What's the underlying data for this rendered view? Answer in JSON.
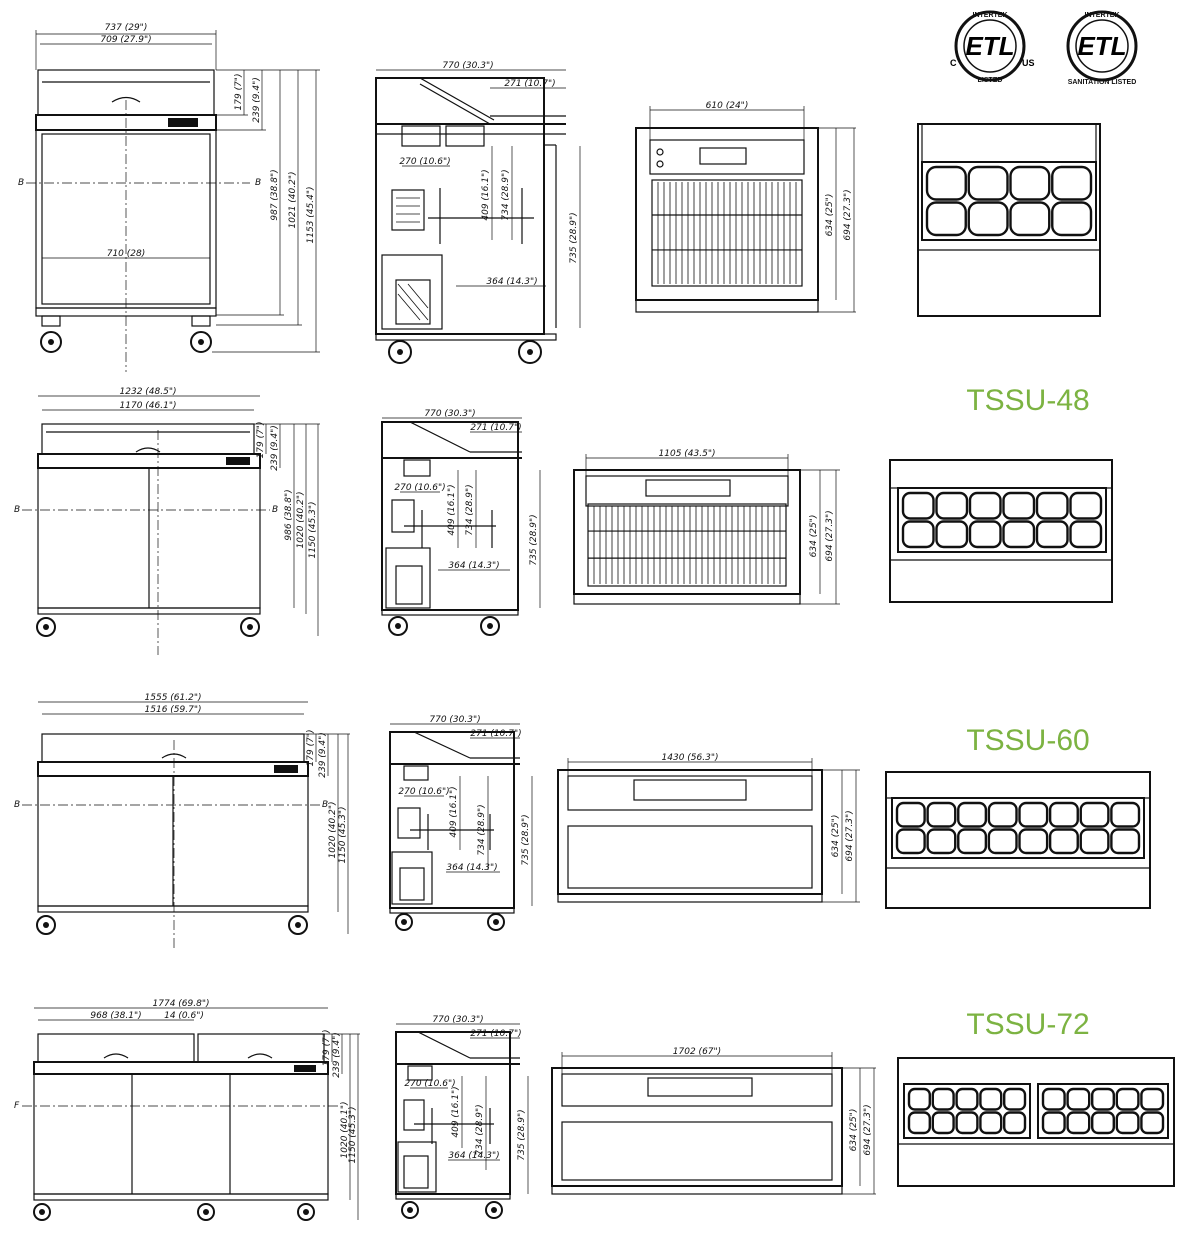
{
  "certifications": {
    "mark_text": "ETL",
    "intertek": "INTERTEK",
    "listed": "LISTED",
    "c": "C",
    "us": "US",
    "sanitation": "SANITATION LISTED"
  },
  "units": [
    {
      "model": "",
      "front": {
        "overall_width": "737 (29\")",
        "top_width": "709 (27.9\")",
        "inner_width": "710 (28)",
        "h1": "179 (7\")",
        "h2": "239 (9.4\")",
        "h3": "987 (38.8\")",
        "h4": "1021 (40.2\")",
        "h5": "1153 (45.4\")",
        "section_label": "B"
      },
      "side": {
        "depth": "770 (30.3\")",
        "lid": "271 (10.7\")",
        "pan": "270 (10.6\")",
        "d1": "409 (16.1\")",
        "d2": "734 (28.9\")",
        "d3": "735 (28.9\")",
        "d4": "364 (14.3\")"
      },
      "rear": {
        "width": "610 (24\")",
        "h1": "634 (25\")",
        "h2": "694 (27.3\")"
      }
    },
    {
      "model": "TSSU-48",
      "front": {
        "overall_width": "1232 (48.5\")",
        "top_width": "1170 (46.1\")",
        "h1": "179 (7\")",
        "h2": "239 (9.4\")",
        "h3": "986 (38.8\")",
        "h4": "1020 (40.2\")",
        "h5": "1150 (45.3\")",
        "section_label": "B"
      },
      "side": {
        "depth": "770 (30.3\")",
        "lid": "271 (10.7\")",
        "pan": "270 (10.6\")",
        "d1": "409 (16.1\")",
        "d2": "734 (28.9\")",
        "d3": "735 (28.9\")",
        "d4": "364 (14.3\")"
      },
      "rear": {
        "width": "1105 (43.5\")",
        "h1": "634 (25\")",
        "h2": "694 (27.3\")"
      }
    },
    {
      "model": "TSSU-60",
      "front": {
        "overall_width": "1555 (61.2\")",
        "top_width": "1516 (59.7\")",
        "h1": "179 (7\")",
        "h2": "239 (9.4\")",
        "h4": "1020 (40.2\")",
        "h5": "1150 (45.3\")",
        "section_label": "B"
      },
      "side": {
        "depth": "770 (30.3\")",
        "lid": "271 (10.7\")",
        "pan": "270 (10.6\")",
        "d1": "409 (16.1\")",
        "d2": "734 (28.9\")",
        "d3": "735 (28.9\")",
        "d4": "364 (14.3\")"
      },
      "rear": {
        "width": "1430 (56.3\")",
        "h1": "634 (25\")",
        "h2": "694 (27.3\")"
      }
    },
    {
      "model": "TSSU-72",
      "front": {
        "overall_width": "1774 (69.8\")",
        "top_width": "968 (38.1\")",
        "gap": "14 (0.6\")",
        "h1": "179 (7\")",
        "h2": "239 (9.4\")",
        "h4": "1020 (40.1\")",
        "h5": "1150 (45.3\")",
        "section_label": "F"
      },
      "side": {
        "depth": "770 (30.3\")",
        "lid": "271 (10.7\")",
        "pan": "270 (10.6\")",
        "d1": "409 (16.1\")",
        "d2": "734 (28.9\")",
        "d3": "735 (28.9\")",
        "d4": "364 (14.3\")"
      },
      "rear": {
        "width": "1702 (67\")",
        "h1": "634 (25\")",
        "h2": "694 (27.3\")"
      }
    }
  ],
  "colors": {
    "model_label": "#7cb342",
    "line": "#111111"
  }
}
